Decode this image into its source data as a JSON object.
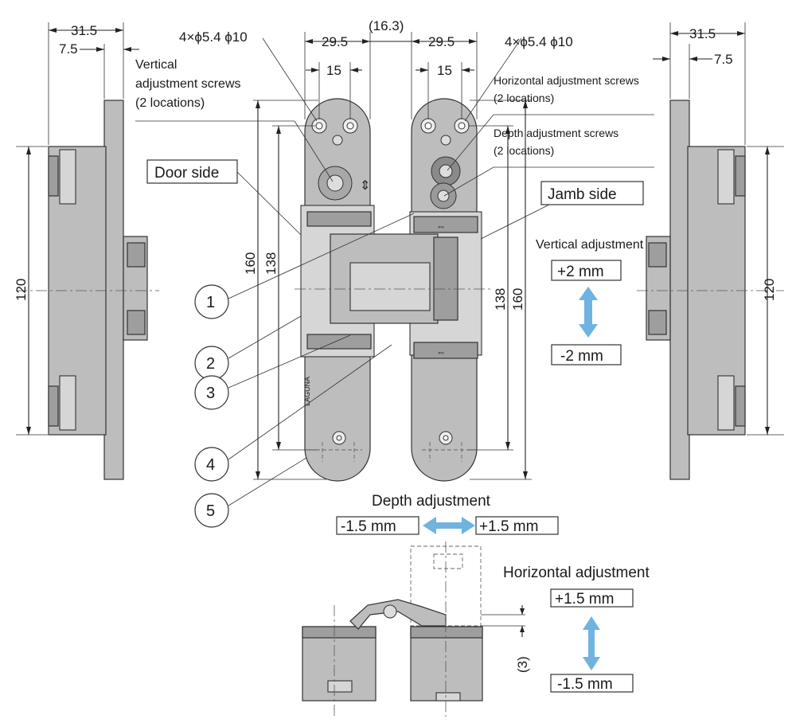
{
  "dimensions": {
    "left_width": "31.5",
    "left_offset": "7.5",
    "right_width": "31.5",
    "right_offset": "7.5",
    "door_leaf_width": "29.5",
    "jamb_leaf_width": "29.5",
    "leaf_gap": "(16.3)",
    "door_hole_pitch": "15",
    "jamb_hole_pitch": "15",
    "door_holes": "4×ϕ5.4 ϕ10",
    "jamb_holes": "4×ϕ5.4 ϕ10",
    "left_height": "120",
    "right_height": "120",
    "door_total_height": "160",
    "door_hole_span": "138",
    "jamb_hole_span": "138",
    "jamb_total_height": "160",
    "bottom_offset": "(3)"
  },
  "labels": {
    "vertical_screws_1": "Vertical",
    "vertical_screws_2": "adjustment screws",
    "vertical_screws_3": "(2 locations)",
    "horizontal_screws_1": "Horizontal adjustment screws",
    "horizontal_screws_2": "(2 locations)",
    "depth_screws_1": "Depth adjustment screws",
    "depth_screws_2": "(2 locations)",
    "door_side": "Door side",
    "jamb_side": "Jamb side"
  },
  "adjustments": {
    "vertical_title": "Vertical adjustment",
    "vertical_plus": "+2 mm",
    "vertical_minus": "-2 mm",
    "depth_title": "Depth adjustment",
    "depth_minus": "-1.5 mm",
    "depth_plus": "+1.5 mm",
    "horizontal_title": "Horizontal adjustment",
    "horizontal_plus": "+1.5 mm",
    "horizontal_minus": "-1.5 mm"
  },
  "callouts": [
    "1",
    "2",
    "3",
    "4",
    "5"
  ],
  "colors": {
    "part_fill": "#bdbdbd",
    "arrow": "#6fb3e0"
  }
}
